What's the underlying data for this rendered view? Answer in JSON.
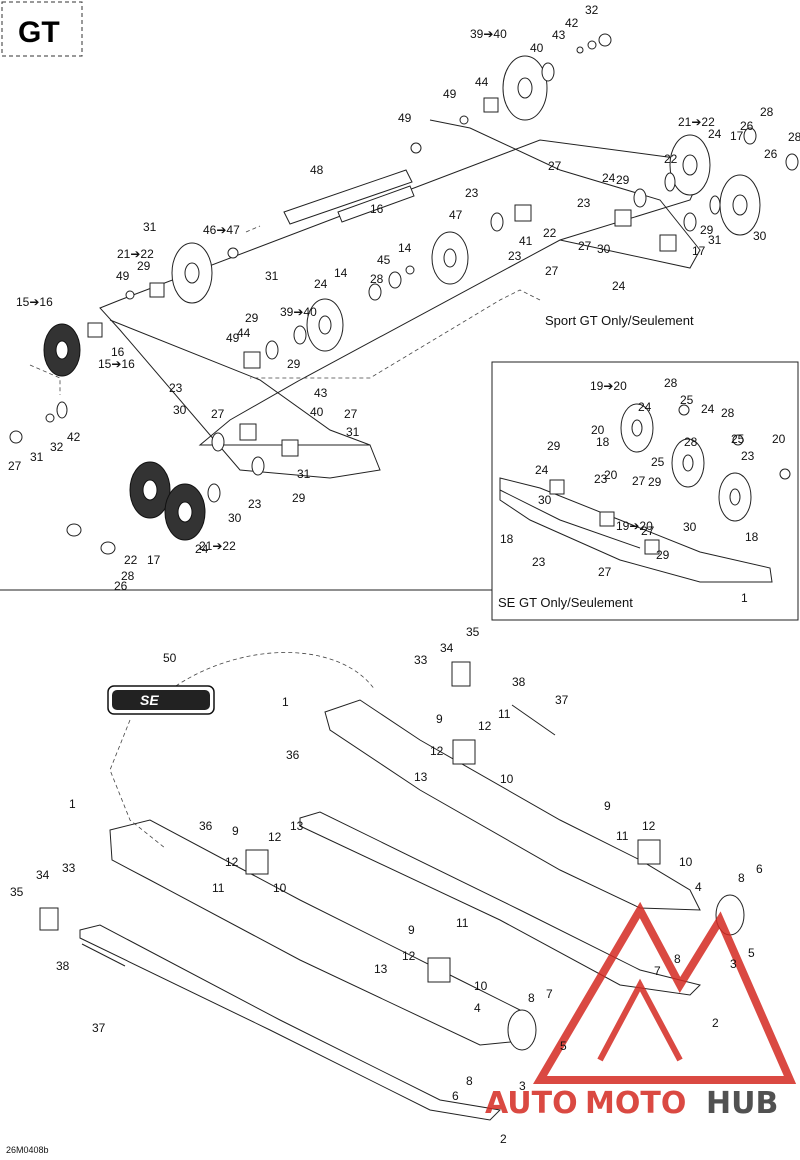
{
  "header": {
    "model": "GT",
    "image_code": "26M0408b"
  },
  "sections": {
    "sport": "Sport GT Only/Seulement",
    "se": "SE GT Only/Seulement"
  },
  "sticker": {
    "text": "SE"
  },
  "watermark": {
    "auto": "AUTO",
    "moto": "MOTO",
    "hub": "HUB",
    "color_red": "#d42a22",
    "color_dark": "#333333"
  },
  "callouts": {
    "top": [
      "39➔40",
      "42",
      "32",
      "40",
      "43",
      "44",
      "49",
      "49",
      "21➔22",
      "28",
      "26",
      "24",
      "48",
      "27",
      "22",
      "26",
      "28",
      "29",
      "17",
      "24",
      "23",
      "31",
      "46➔47",
      "47",
      "16",
      "41",
      "23",
      "29",
      "22",
      "23",
      "27",
      "24",
      "30",
      "31",
      "30",
      "17",
      "21➔22",
      "29",
      "45",
      "14",
      "28",
      "49",
      "24",
      "14",
      "29",
      "27",
      "15➔16",
      "31",
      "39➔40",
      "15➔16",
      "16",
      "44",
      "49",
      "29",
      "23",
      "30",
      "27",
      "31",
      "32",
      "42",
      "43",
      "40",
      "27",
      "31",
      "27",
      "31",
      "29",
      "23",
      "30",
      "17",
      "22",
      "24",
      "28",
      "26",
      "21➔22"
    ],
    "se": [
      "19➔20",
      "28",
      "24",
      "25",
      "28",
      "20",
      "29",
      "18",
      "24",
      "25",
      "28",
      "23",
      "20",
      "24",
      "25",
      "29",
      "18",
      "27",
      "23",
      "20",
      "19➔20",
      "30",
      "18",
      "23",
      "27",
      "27",
      "30",
      "29",
      "1"
    ],
    "bottom": [
      "50",
      "35",
      "34",
      "33",
      "38",
      "37",
      "1",
      "9",
      "12",
      "11",
      "36",
      "12",
      "13",
      "10",
      "1",
      "36",
      "9",
      "12",
      "13",
      "12",
      "11",
      "35",
      "34",
      "33",
      "10",
      "9",
      "11",
      "12",
      "10",
      "8",
      "6",
      "38",
      "37",
      "4",
      "13",
      "7",
      "8",
      "3",
      "5",
      "9",
      "11",
      "12",
      "10",
      "2",
      "4",
      "8",
      "7",
      "5",
      "6",
      "8",
      "3",
      "2"
    ]
  }
}
